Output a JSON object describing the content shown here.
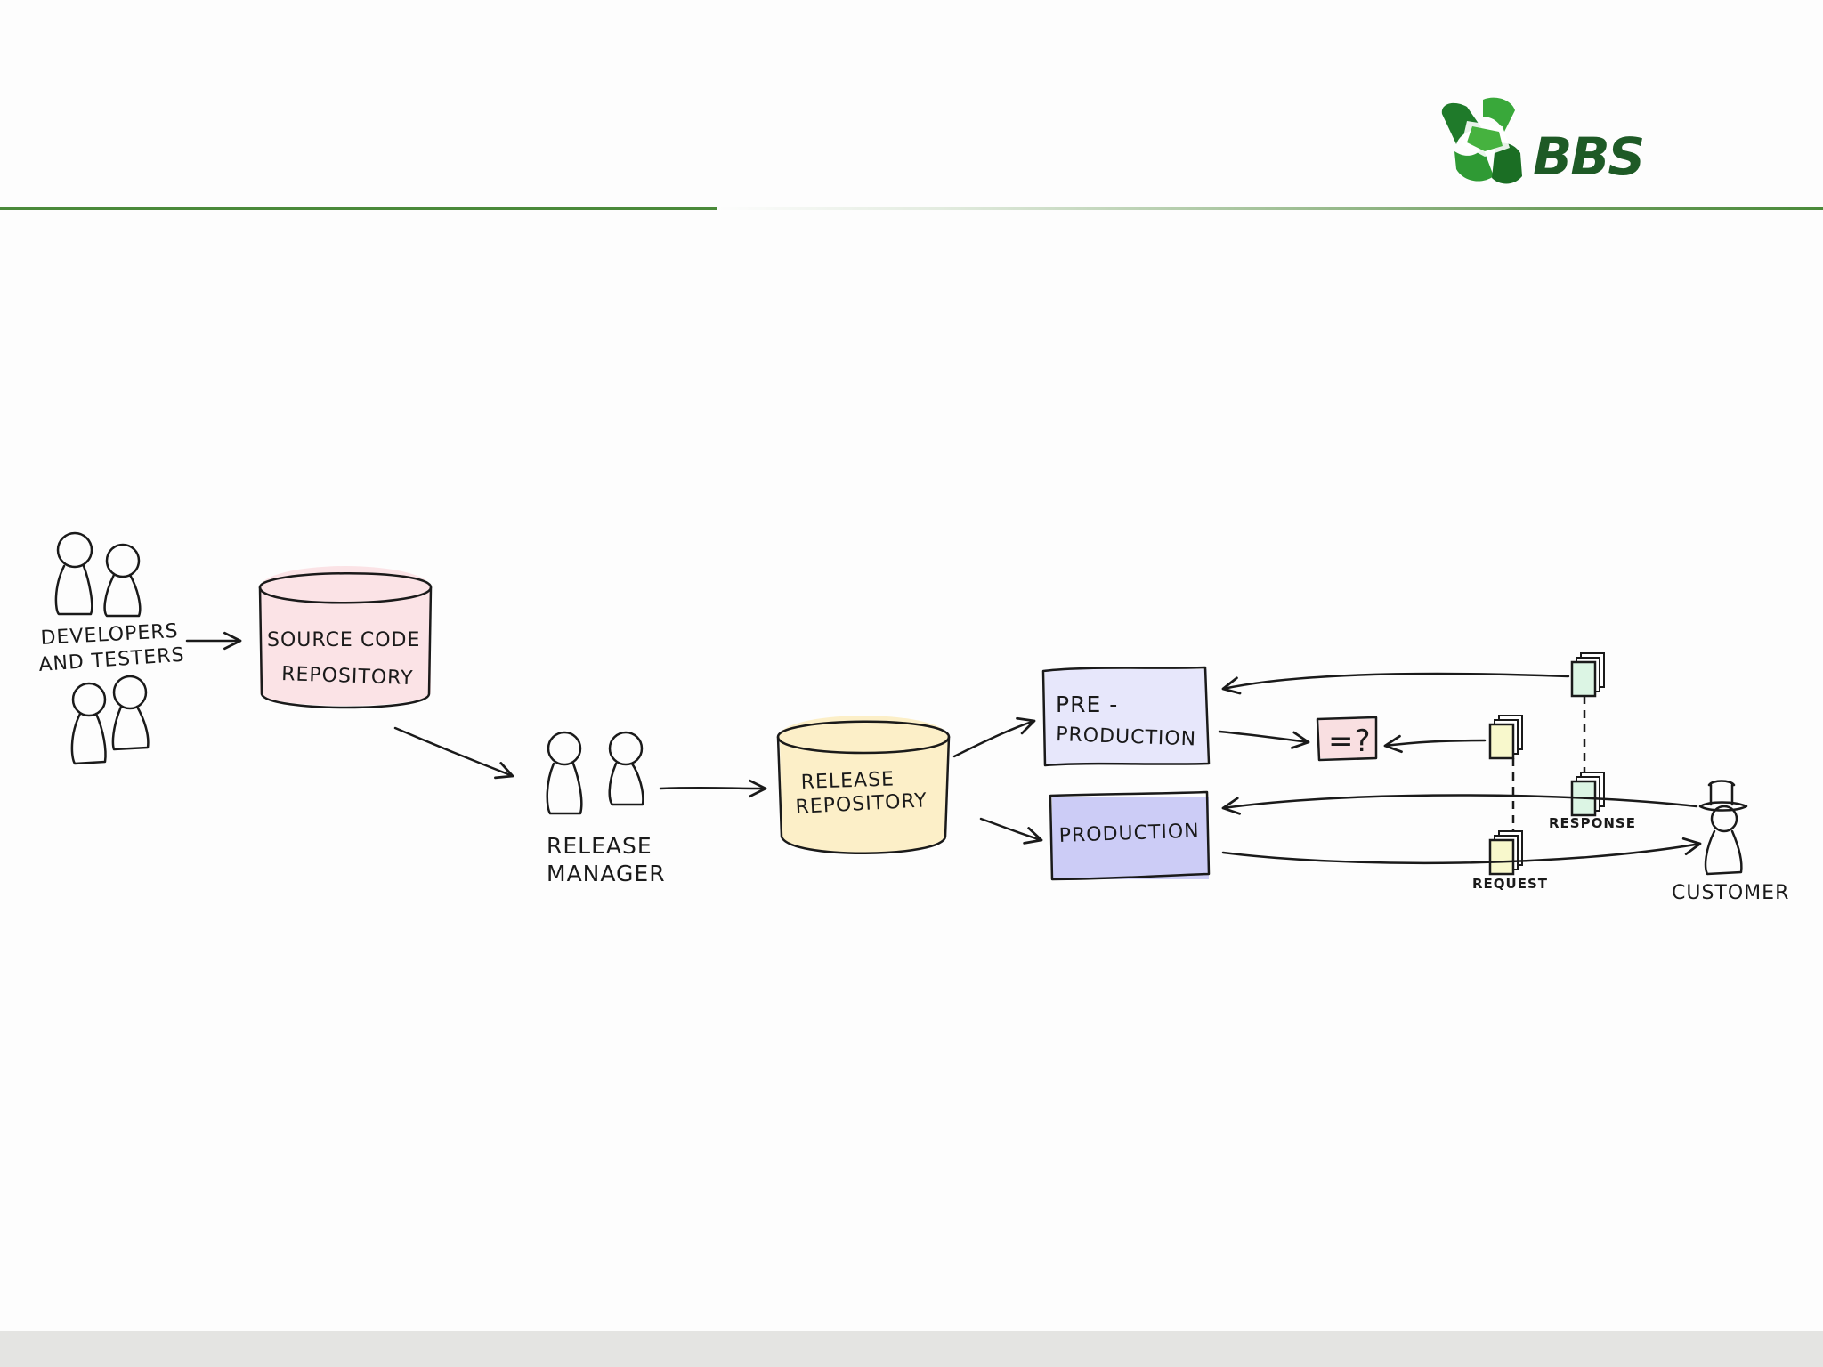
{
  "brand": {
    "name": "BBS",
    "logo_icon": "bbs-logo-icon",
    "primary_color": "#2e8b2e",
    "rule_color": "#4a8a3a"
  },
  "diagram": {
    "nodes": {
      "developers": {
        "line1": "DEVELOPERS",
        "line2": "AND TESTERS",
        "icon": "people-icon"
      },
      "source_repo": {
        "line1": "SOURCE CODE",
        "line2": "REPOSITORY",
        "fill": "#fbe3e6"
      },
      "release_manager": {
        "line1": "RELEASE",
        "line2": "MANAGER",
        "icon": "people-icon"
      },
      "release_repo": {
        "line1": "RELEASE",
        "line2": "REPOSITORY",
        "fill": "#fcefc8"
      },
      "pre_production": {
        "line1": "PRE -",
        "line2": "PRODUCTION",
        "fill": "#e7e7fb"
      },
      "production": {
        "line1": "PRODUCTION",
        "fill": "#ccccf6"
      },
      "compare": {
        "label": "=?",
        "fill": "#f9dfe1"
      },
      "response": {
        "label": "RESPONSE",
        "fill": "#dcf5e4"
      },
      "request": {
        "label": "REQUEST",
        "fill": "#f8f8cc"
      },
      "customer": {
        "label": "CUSTOMER",
        "icon": "top-hat-person-icon"
      }
    }
  }
}
